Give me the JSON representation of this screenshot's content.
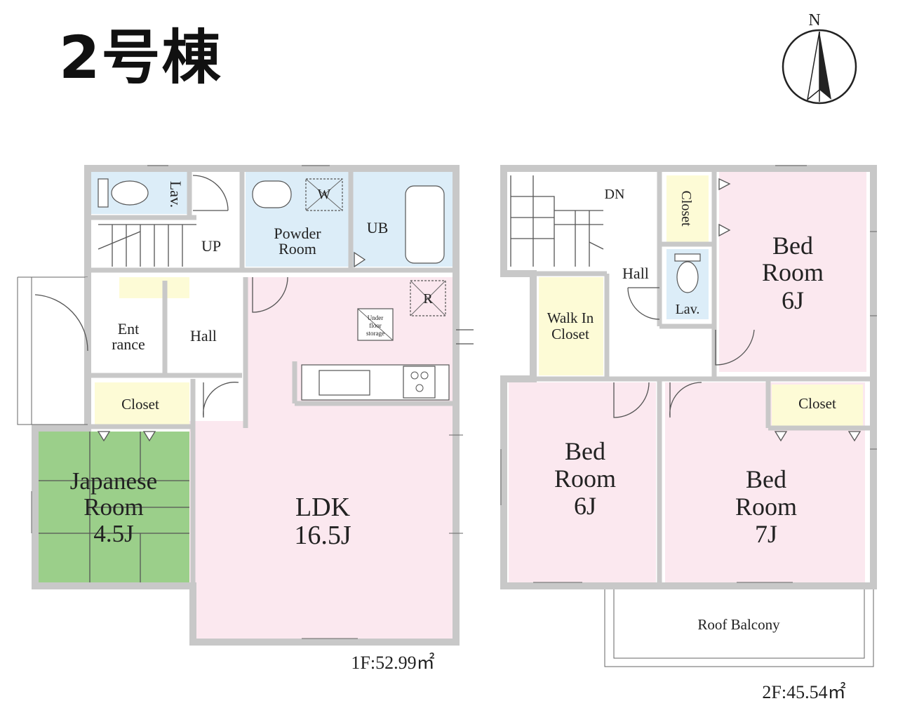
{
  "title": "2号棟",
  "compass": {
    "letter": "N"
  },
  "floor1": {
    "area": "1F:52.99㎡",
    "rooms": {
      "lav": "Lav.",
      "up": "UP",
      "powder_room": [
        "Powder",
        "Room"
      ],
      "washer": "W",
      "ub": "UB",
      "entrance": [
        "Ent",
        "rance"
      ],
      "hall": "Hall",
      "closet": "Closet",
      "japanese_room": [
        "Japanese",
        "Room",
        "4.5J"
      ],
      "ldk": [
        "LDK",
        "16.5J"
      ],
      "fridge": "R",
      "underfloor": [
        "Under",
        "floor",
        "storage"
      ]
    }
  },
  "floor2": {
    "area": "2F:45.54㎡",
    "rooms": {
      "dn": "DN",
      "hall": "Hall",
      "closet_small": "Closet",
      "lav": "Lav.",
      "bedroom_ne": [
        "Bed",
        "Room",
        "6J"
      ],
      "walk_in_closet": [
        "Walk In",
        "Closet"
      ],
      "closet_se": "Closet",
      "bedroom_sw": [
        "Bed",
        "Room",
        "6J"
      ],
      "bedroom_se": [
        "Bed",
        "Room",
        "7J"
      ],
      "roof_balcony": "Roof Balcony"
    }
  },
  "colors": {
    "wall": "#c8c8c8",
    "pink": "#fbe8ef",
    "blue": "#dcedf8",
    "yellow": "#fdfbd6",
    "green": "#9bcf8a",
    "line": "#555555"
  }
}
